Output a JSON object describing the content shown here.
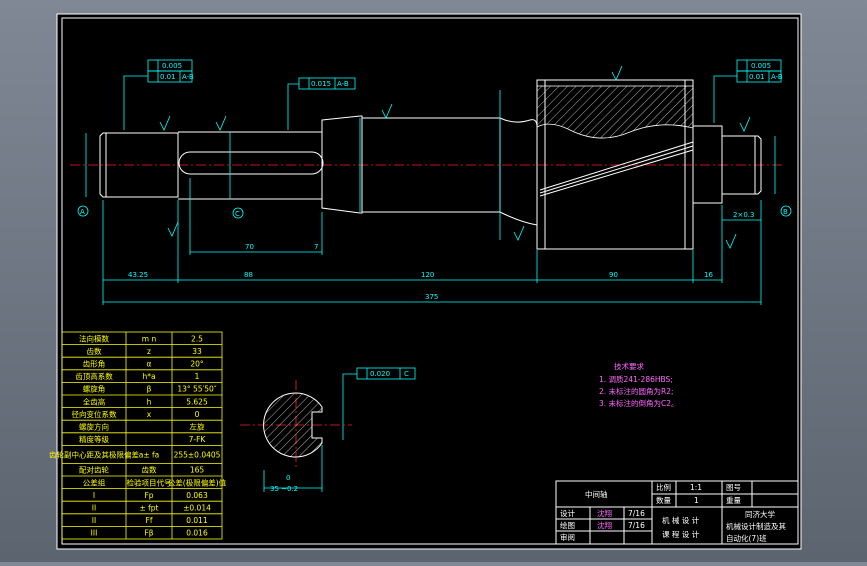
{
  "drawing": {
    "tolerances": {
      "top_left_a": "0.005",
      "top_left_b": "0.01",
      "top_left_b_ref": "A-B",
      "mid": "0.015",
      "mid_ref": "A-B",
      "top_right_a": "0.005",
      "top_right_b": "0.01",
      "top_right_b_ref": "A-B",
      "section": "0.020",
      "section_ref": "C"
    },
    "datums": {
      "a": "A",
      "b": "B",
      "c": "C"
    },
    "dimensions": {
      "d1": "43.25",
      "d2": "88",
      "d3": "120",
      "d4": "90",
      "d5": "16",
      "total": "375",
      "keyway": "70",
      "keyway_end": "7",
      "chamfer": "2×0.3",
      "sec_width": "35 −0.2",
      "sec_zero": "0"
    },
    "tech_req": {
      "title": "技术要求",
      "items": [
        "1. 调质241-286HBS;",
        "2. 未标注的圆角为R2;",
        "3. 未标注的倒角为C2。"
      ]
    },
    "param_table": [
      [
        "法向模数",
        "m n",
        "2.5"
      ],
      [
        "齿数",
        "z",
        "33"
      ],
      [
        "齿形角",
        "α",
        "20°"
      ],
      [
        "齿顶高系数",
        "h*a",
        "1"
      ],
      [
        "螺旋角",
        "β",
        "13° 55′50″"
      ],
      [
        "全齿高",
        "h",
        "5.625"
      ],
      [
        "径向变位系数",
        "x",
        "0"
      ],
      [
        "螺旋方向",
        "",
        "左旋"
      ],
      [
        "精度等级",
        "",
        "7-FK"
      ],
      [
        "齿轮副中心距及其极限偏差",
        "a± fa",
        "255±0.0405"
      ],
      [
        "配对齿轮",
        "齿数",
        "165"
      ],
      [
        "公差组",
        "检验项目代号",
        "公差(极限偏差)值"
      ],
      [
        "I",
        "Fp",
        "0.063"
      ],
      [
        "II",
        "± fpt",
        "±0.014"
      ],
      [
        "II",
        "Ff",
        "0.011"
      ],
      [
        "III",
        "Fβ",
        "0.016"
      ]
    ],
    "title_block": {
      "part_name": "中间轴",
      "scale_label": "比例",
      "scale_value": "1:1",
      "drawing_no_label": "图号",
      "qty_label": "数量",
      "qty_value": "1",
      "weight_label": "重量",
      "design_label": "设计",
      "design_name": "沈翔",
      "design_date": "7/16",
      "draw_label": "绘图",
      "draw_name": "沈翔",
      "draw_date": "7/16",
      "check_label": "审阅",
      "course": "机 械 设 计",
      "course2": "课 程 设 计",
      "school": "同济大学",
      "major": "机械设计制造及其",
      "class": "自动化(7)班"
    }
  }
}
